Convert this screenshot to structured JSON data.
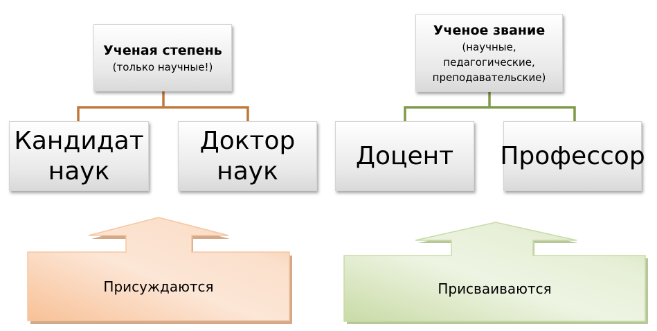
{
  "degree": {
    "title": "Ученая степень",
    "subtitle": "(только научные!)",
    "children": [
      "Кандидат наук",
      "Доктор наук"
    ],
    "arrow_label": "Присуждаются",
    "color": "#c0793a"
  },
  "rank": {
    "title": "Ученое звание",
    "subtitle": "(научные, педагогические, преподавательские)",
    "children": [
      "Доцент",
      "Профессор"
    ],
    "arrow_label": "Присваиваются",
    "color": "#7f9a48"
  }
}
